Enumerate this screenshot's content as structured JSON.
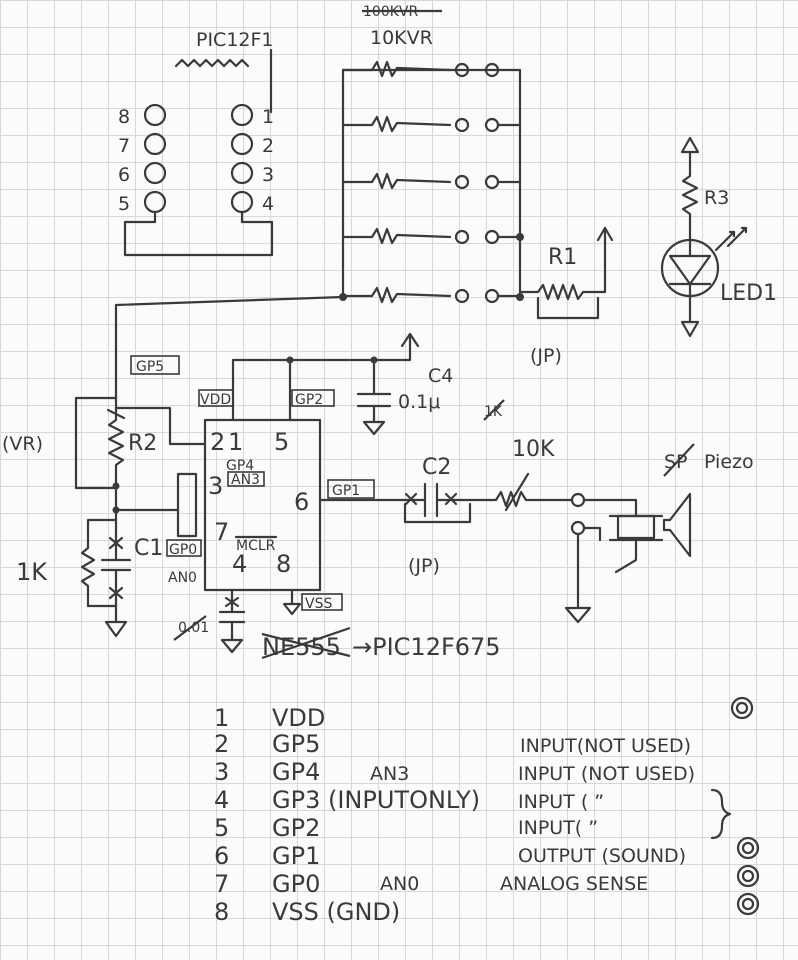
{
  "chip_top": {
    "title": "PIC12F1",
    "pins_left": [
      "8",
      "7",
      "6",
      "5"
    ],
    "pins_right": [
      "1",
      "2",
      "3",
      "4"
    ]
  },
  "switch_bank": {
    "resistor_old": "100KVR",
    "resistor_new": "10KVR"
  },
  "resistors": {
    "r1": "R1",
    "r1_jp": "(JP)",
    "r2": "R2",
    "r2_value": "(VR)",
    "r3": "R3",
    "r_1k": "1K",
    "r_10k": "10K",
    "r_old": "1K"
  },
  "capacitors": {
    "c1": "C1",
    "c2": "C2",
    "c2_jp": "(JP)",
    "c4": "C4",
    "c4_value": "0.1μ",
    "c_old": "0.01"
  },
  "led": {
    "label": "LED1"
  },
  "piezo": {
    "old": "SP",
    "new": "Piezo"
  },
  "ic": {
    "pin_label_left_top": "GP5",
    "pin_label_vdd": "VDD",
    "pin_label_gp2": "GP2",
    "pin_label_gp1": "GP1",
    "pin_label_gp0": "GP0",
    "pin_label_an0": "AN0",
    "pin_label_vss": "VSS",
    "pin_label_gp4": "GP4",
    "pin_label_an3": "AN3",
    "pin_label_mclr": "MCLR",
    "pin_numbers": [
      "2",
      "1",
      "5",
      "3",
      "6",
      "7",
      "4",
      "8"
    ],
    "replaced_text": "NE555",
    "replacement_text": "→PIC12F675"
  },
  "pin_table": {
    "rows": [
      {
        "num": "1",
        "name": "VDD",
        "alt": "",
        "func": ""
      },
      {
        "num": "2",
        "name": "GP5",
        "alt": "",
        "func": "INPUT(NOT USED)"
      },
      {
        "num": "3",
        "name": "GP4",
        "alt": "AN3",
        "func": "INPUT (NOT USED)"
      },
      {
        "num": "4",
        "name": "GP3 (INPUTONLY)",
        "alt": "",
        "func": "INPUT (   ”   "
      },
      {
        "num": "5",
        "name": "GP2",
        "alt": "",
        "func": "INPUT(    ”  "
      },
      {
        "num": "6",
        "name": "GP1",
        "alt": "",
        "func": "OUTPUT (SOUND)"
      },
      {
        "num": "7",
        "name": "GP0",
        "alt": "AN0",
        "func": "ANALOG SENSE"
      },
      {
        "num": "8",
        "name": "VSS (GND)",
        "alt": "",
        "func": ""
      }
    ]
  }
}
